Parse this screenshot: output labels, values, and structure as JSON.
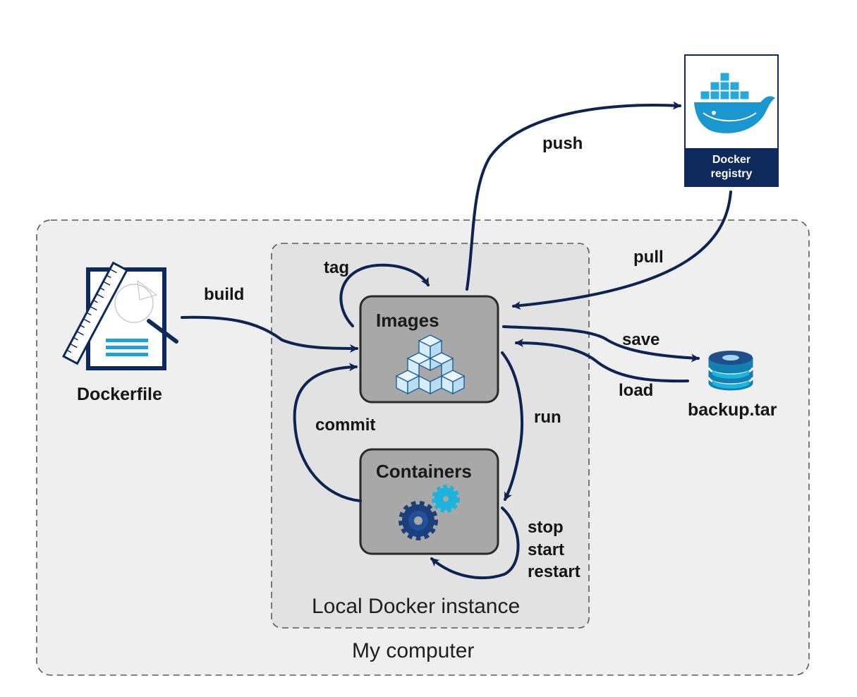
{
  "diagram": {
    "outer_region_label": "My computer",
    "inner_region_label": "Local Docker instance",
    "nodes": {
      "images": "Images",
      "containers": "Containers",
      "dockerfile": "Dockerfile",
      "registry": {
        "line1": "Docker",
        "line2": "registry"
      },
      "backup": "backup.tar"
    },
    "edges": {
      "push": "push",
      "pull": "pull",
      "tag": "tag",
      "build": "build",
      "save": "save",
      "load": "load",
      "commit": "commit",
      "run": "run",
      "lifecycle": [
        "stop",
        "start",
        "restart"
      ]
    }
  },
  "colors": {
    "arrow": "#0d2350",
    "navy": "#0e2a5c",
    "outer_bg": "#efeff0",
    "inner_bg": "#e2e2e3",
    "box_fill": "#a8a8a8",
    "box_stroke": "#2a2a2a",
    "accent": "#1da2d8"
  },
  "icons": [
    "dockerfile-icon",
    "docker-whale-icon",
    "database-icon",
    "cubes-icon",
    "gears-icon"
  ]
}
